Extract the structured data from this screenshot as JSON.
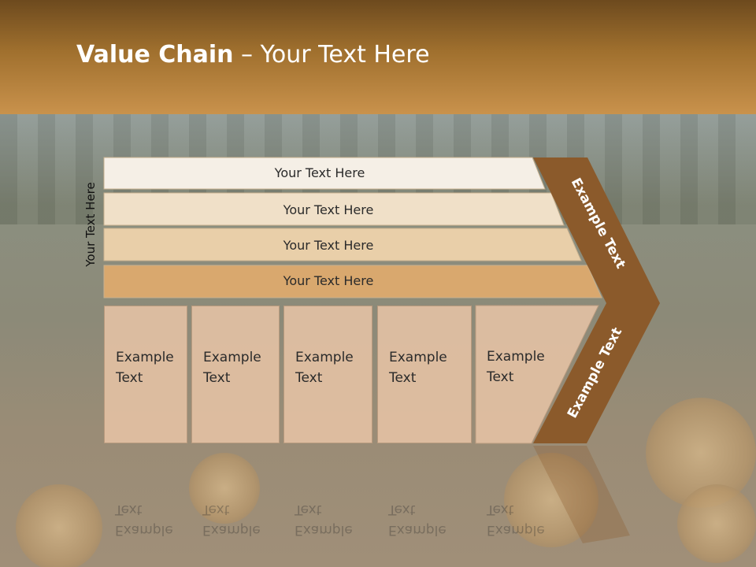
{
  "slide": {
    "title_bold": "Value Chain",
    "title_rest": " – Your Text Here"
  },
  "vertical_label": "Your Text Here",
  "rows": [
    {
      "label": "Your Text Here",
      "color": "#f5efe6"
    },
    {
      "label": "Your Text Here",
      "color": "#f0e0c8"
    },
    {
      "label": "Your Text Here",
      "color": "#e9cfa9"
    },
    {
      "label": "Your Text Here",
      "color": "#d9a86e"
    }
  ],
  "columns": [
    {
      "line1": "Example",
      "line2": "Text"
    },
    {
      "line1": "Example",
      "line2": "Text"
    },
    {
      "line1": "Example",
      "line2": "Text"
    },
    {
      "line1": "Example",
      "line2": "Text"
    },
    {
      "line1": "Example",
      "line2": "Text"
    }
  ],
  "chevron": {
    "top_label": "Example Text",
    "bottom_label": "Example Text",
    "color": "#8b5a2b"
  }
}
